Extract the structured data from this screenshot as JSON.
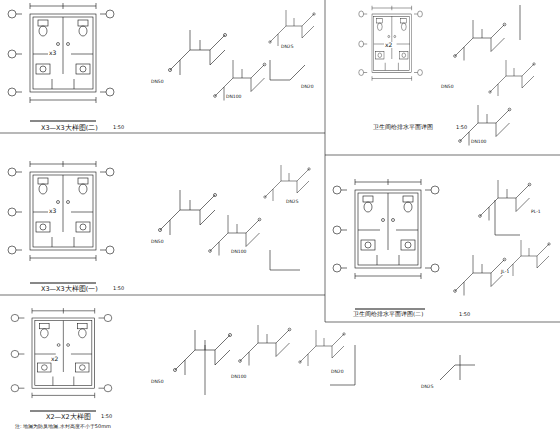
{
  "diagram": {
    "labels": [
      "X3—X3大样图(二)",
      "1:50",
      "X3—X3大样图(一)",
      "1:50",
      "X2—X2大样图",
      "1:50",
      "注: 地漏为防臭地漏,水封高度不小于50mm",
      "卫生间给排水平面详图",
      "1:50",
      "卫生间给排水平面详图(二)",
      "1:50",
      "x3",
      "x3",
      "x2",
      "x2",
      "DN50",
      "DN100",
      "DN25",
      "DN20",
      "DN50",
      "DN100",
      "DN25",
      "DN50",
      "DN100",
      "DN20",
      "DN50",
      "DN100",
      "JL-1",
      "PL-1",
      "DN25"
    ]
  }
}
